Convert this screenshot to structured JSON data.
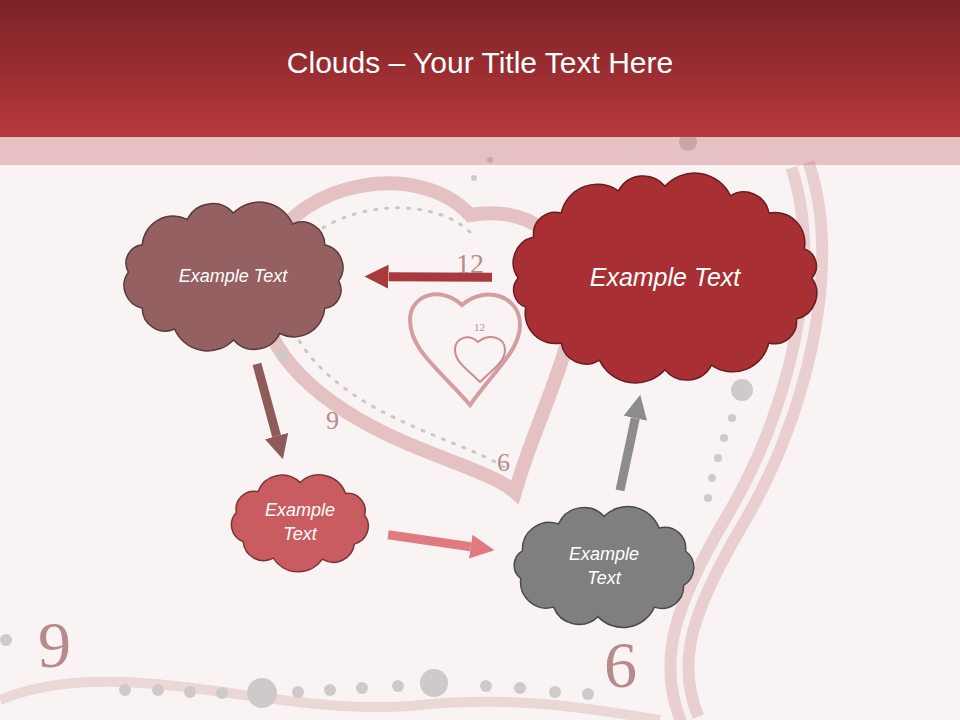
{
  "diagram": {
    "title": "Clouds – Your Title Text Here",
    "nodes": [
      {
        "text": [
          "Example Text"
        ]
      },
      {
        "text": [
          "Example Text"
        ]
      },
      {
        "text": [
          "Example Text"
        ]
      },
      {
        "text": [
          "Example Text"
        ]
      }
    ],
    "edges": [
      {
        "from": 1,
        "to": 0,
        "arrow": "to"
      },
      {
        "from": 0,
        "to": 2,
        "arrow": "to"
      },
      {
        "from": 2,
        "to": 3,
        "arrow": "to"
      },
      {
        "from": 3,
        "to": 1,
        "arrow": "to"
      }
    ],
    "labels": [
      "12",
      "12",
      "9",
      "6",
      "9",
      "6"
    ]
  }
}
